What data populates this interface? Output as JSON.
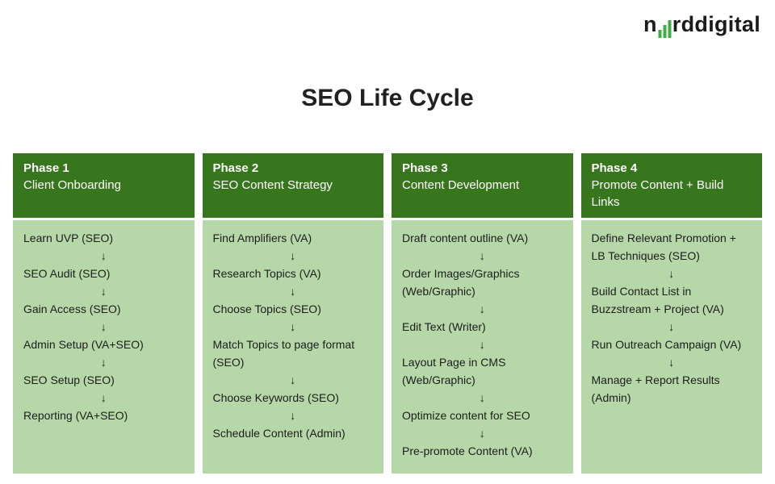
{
  "logo": {
    "prefix": "n",
    "suffix": "rddigital",
    "symbol_name": "green-growth-bars"
  },
  "title": "SEO Life Cycle",
  "arrow": "↓",
  "colors": {
    "header_green": "#38761d",
    "body_green": "#b6d7a8",
    "logo_green": "#3fae49",
    "text_dark": "#212121"
  },
  "phases": [
    {
      "name": "Phase 1",
      "subtitle": "Client Onboarding",
      "steps": [
        "Learn UVP (SEO)",
        "SEO Audit (SEO)",
        "Gain Access (SEO)",
        "Admin Setup (VA+SEO)",
        "SEO Setup (SEO)",
        "Reporting (VA+SEO)"
      ]
    },
    {
      "name": "Phase 2",
      "subtitle": "SEO Content Strategy",
      "steps": [
        "Find Amplifiers (VA)",
        "Research Topics (VA)",
        "Choose Topics (SEO)",
        "Match Topics to page format (SEO)",
        "Choose Keywords (SEO)",
        "Schedule Content (Admin)"
      ]
    },
    {
      "name": "Phase 3",
      "subtitle": "Content Development",
      "steps": [
        "Draft content outline (VA)",
        "Order Images/Graphics (Web/Graphic)",
        "Edit Text (Writer)",
        "Layout Page in CMS (Web/Graphic)",
        "Optimize content for SEO",
        "Pre-promote Content (VA)"
      ]
    },
    {
      "name": "Phase 4",
      "subtitle": "Promote Content + Build Links",
      "steps": [
        "Define Relevant Promotion + LB Techniques (SEO)",
        "Build Contact List in Buzzstream + Project (VA)",
        "Run Outreach Campaign (VA)",
        "Manage + Report Results (Admin)"
      ]
    }
  ]
}
